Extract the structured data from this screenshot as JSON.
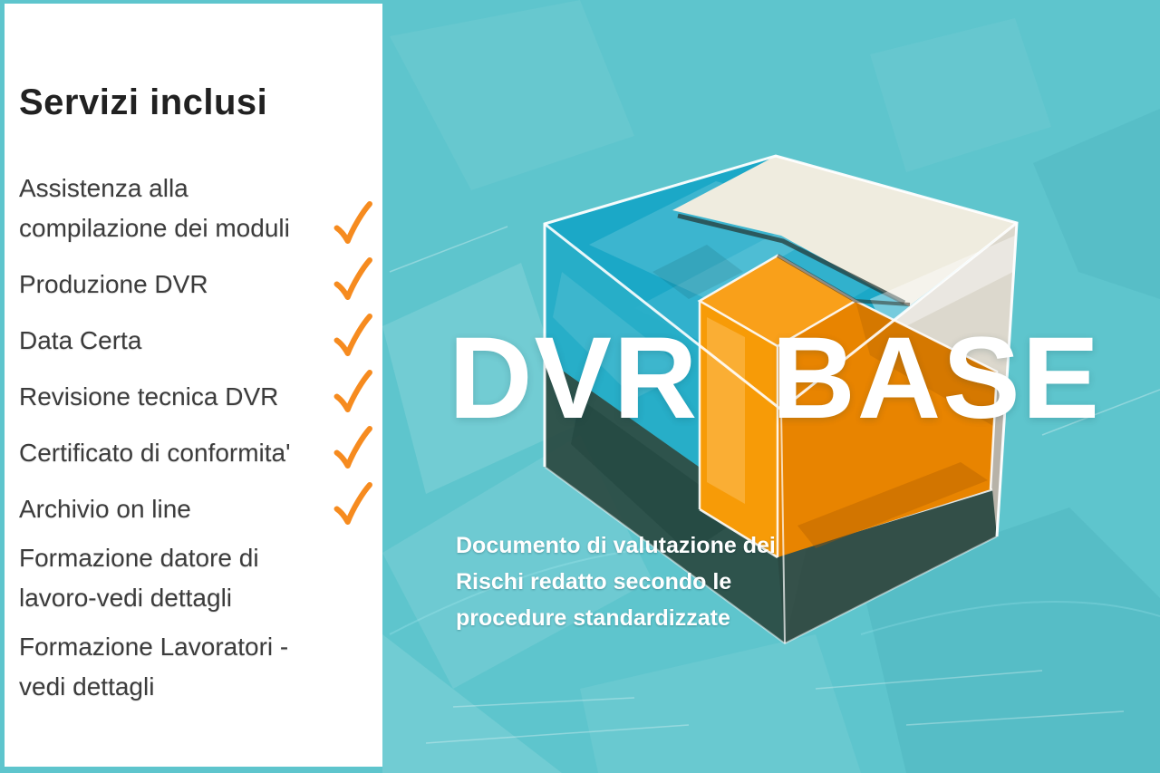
{
  "theme": {
    "bg": "#5ec5cd",
    "panel_bg": "#ffffff",
    "heading_color": "#212121",
    "text_color": "#3c3c3c",
    "check_color": "#f68b1f",
    "hero_text_color": "#ffffff",
    "cube_teal": "#1ba8c7",
    "cube_silver": "#dcd8cd",
    "cube_white_top": "#efecdf",
    "cube_orange_bright": "#f9a01a",
    "cube_orange": "#e88400",
    "cube_glass_dark": "#2b4a42"
  },
  "panel": {
    "heading": "Servizi inclusi",
    "items": [
      {
        "label": "Assistenza alla\ncompilazione dei moduli",
        "checked": true
      },
      {
        "label": "Produzione DVR",
        "checked": true
      },
      {
        "label": "Data Certa",
        "checked": true
      },
      {
        "label": "Revisione tecnica DVR",
        "checked": true
      },
      {
        "label": "Certificato di conformita'",
        "checked": true
      },
      {
        "label": "Archivio on line",
        "checked": true
      },
      {
        "label": "Formazione datore di\nlavoro-vedi dettagli",
        "checked": false
      },
      {
        "label": "Formazione Lavoratori -\nvedi dettagli",
        "checked": false
      }
    ]
  },
  "hero": {
    "title_word1": "DVR",
    "title_word2": "BASE",
    "subtitle": "Documento di valutazione dei\nRischi redatto secondo le\nprocedure standardizzate"
  }
}
